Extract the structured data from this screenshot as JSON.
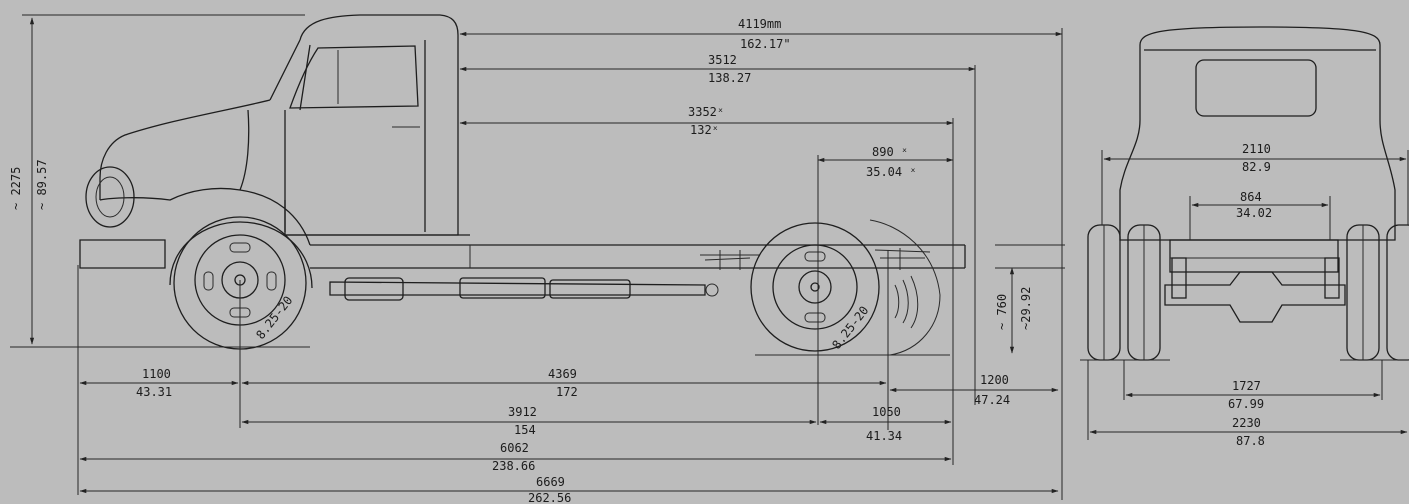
{
  "colors": {
    "paper": "#bcbcbc",
    "ink": "#1e1e1e"
  },
  "side_view": {
    "overall_height": {
      "mm": "~ 2275",
      "in": "~ 89.57"
    },
    "cab_to_end": {
      "mm": "4119mm",
      "in": "162.17\""
    },
    "cab_to_axle": {
      "mm": "3512",
      "in": "138.27"
    },
    "cab_to_axle_alt": {
      "mm": "3352ˣ",
      "in": "132ˣ"
    },
    "axle_to_rear": {
      "mm": "890 ˣ",
      "in": "35.04 ˣ"
    },
    "frame_height": {
      "mm": "~ 760",
      "in": "~29.92"
    },
    "front_overhang": {
      "mm": "1100",
      "in": "43.31"
    },
    "wheelbase_total": {
      "mm": "4369",
      "in": "172"
    },
    "rear_overhang": {
      "mm": "1200",
      "in": "47.24"
    },
    "wheelbase": {
      "mm": "3912",
      "in": "154"
    },
    "rear_axle_spread": {
      "mm": "1050",
      "in": "41.34"
    },
    "length_frame": {
      "mm": "6062",
      "in": "238.66"
    },
    "overall_length": {
      "mm": "6669",
      "in": "262.56"
    },
    "tyre_front": "8.25-20",
    "tyre_rear": "8.25-20"
  },
  "rear_view": {
    "frame_width": {
      "mm": "2110",
      "in": "82.9"
    },
    "inner_width": {
      "mm": "864",
      "in": "34.02"
    },
    "track": {
      "mm": "1727",
      "in": "67.99"
    },
    "overall_width": {
      "mm": "2230",
      "in": "87.8"
    }
  }
}
